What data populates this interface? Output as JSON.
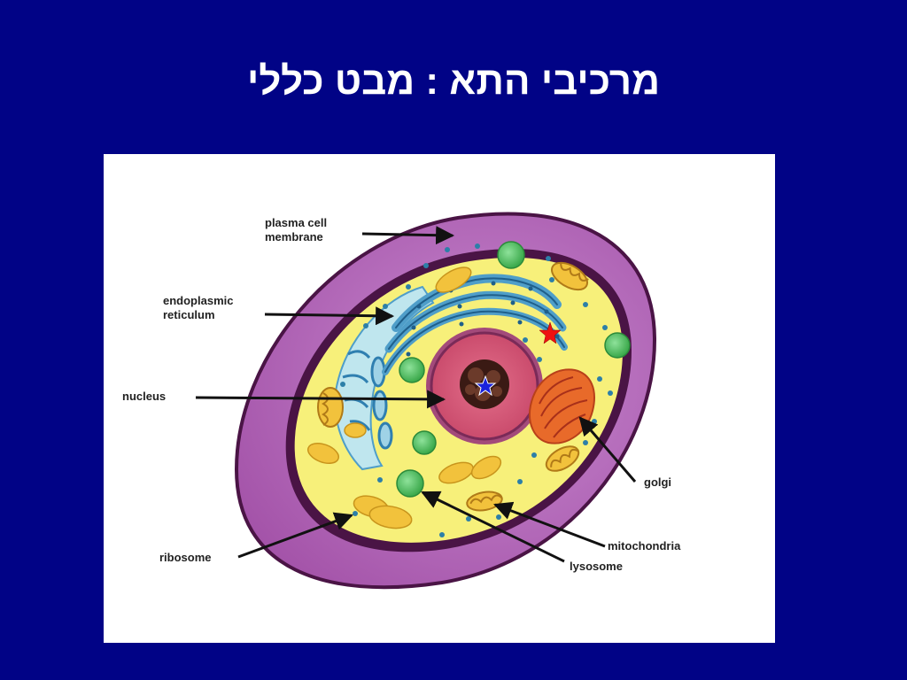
{
  "slide": {
    "title": "מרכיבי התא : מבט כללי"
  },
  "diagram": {
    "labels": {
      "plasma_membrane_line1": "plasma cell",
      "plasma_membrane_line2": "membrane",
      "er_line1": "endoplasmic",
      "er_line2": "reticulum",
      "nucleus": "nucleus",
      "ribosome": "ribosome",
      "golgi": "golgi",
      "mitochondria": "mitochondria",
      "lysosome": "lysosome"
    },
    "colors": {
      "background": "#010386",
      "membrane_outer": "#b36ab6",
      "membrane_border": "#4a1445",
      "cytoplasm": "#f7f07a",
      "nucleus": "#d75a78",
      "nucleolus": "#3a1a14",
      "er": "#4f9ec9",
      "golgi": "#e86a2a",
      "mitochondria": "#f2c23c",
      "lysosome": "#4cbf5a",
      "ribosome": "#2c7fa8",
      "marker_red": "#ee1111",
      "marker_blue": "#1a22dd"
    }
  }
}
